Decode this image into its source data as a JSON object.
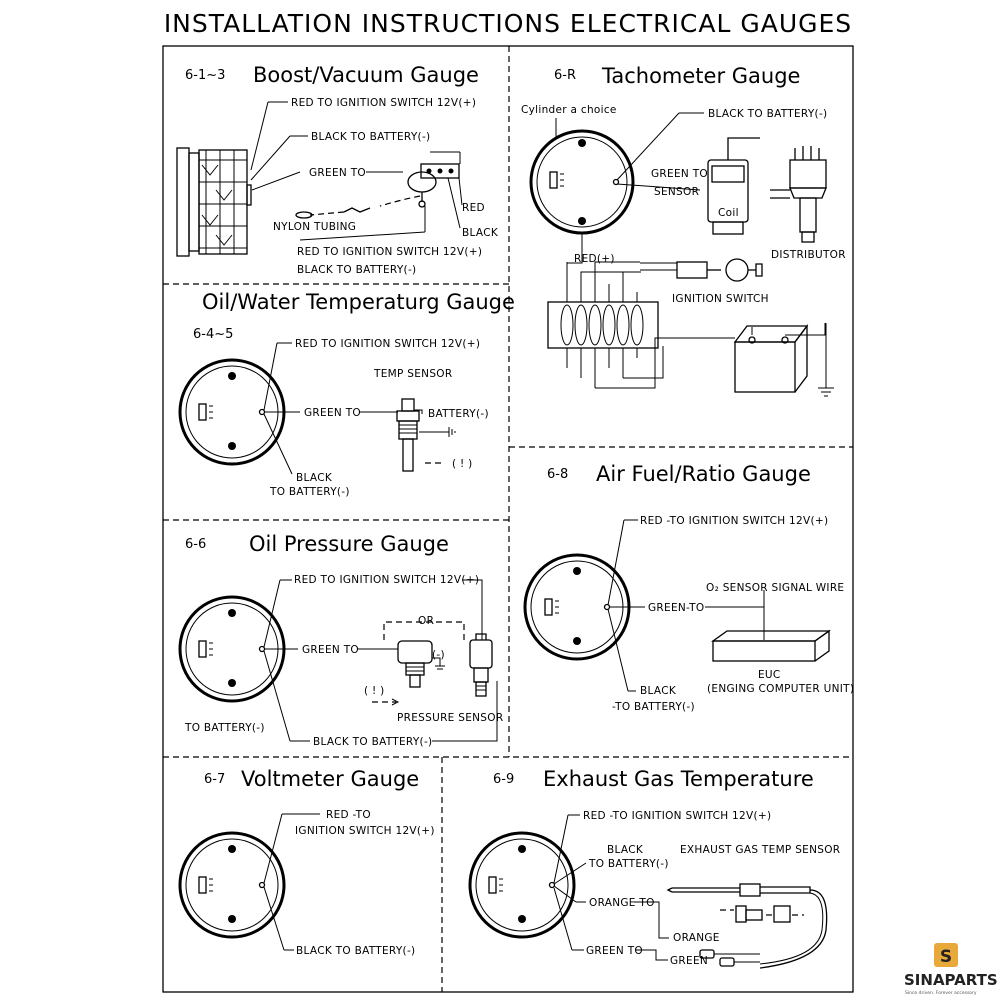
{
  "title": "INSTALLATION INSTRUCTIONS ELECTRICAL GAUGES",
  "boost": {
    "code": "6-1~3",
    "title": "Boost/Vacuum Gauge",
    "red": "RED    TO IGNITION SWITCH 12V(+)",
    "black": "BLACK    TO BATTERY(-)",
    "green": "GREEN TO",
    "red2": "RED",
    "black2": "BLACK",
    "tubing": "NYLON TUBING",
    "red3": "RED    TO IGNITION SWITCH 12V(+)",
    "black3": "BLACK    TO BATTERY(-)"
  },
  "tach": {
    "code": "6-R",
    "title": "Tachometer Gauge",
    "cyl": "Cylinder a choice",
    "black": "BLACK  TO BATTERY(-)",
    "green1": "GREEN TO",
    "green2": "SENSOR",
    "coil": "Coil",
    "distributor": "DISTRIBUTOR",
    "red": "RED(+)",
    "ign": "IGNITION SWITCH"
  },
  "temp": {
    "code": "6-4~5",
    "title": "Oil/Water Temperaturg Gauge",
    "red": "RED TO IGNITION SWITCH 12V(+)",
    "sensor": "TEMP SENSOR",
    "green": "GREEN TO",
    "battery": "BATTERY(-)",
    "warn": "( ! )",
    "black1": "BLACK",
    "black2": "TO BATTERY(-)"
  },
  "afr": {
    "code": "6-8",
    "title": "Air Fuel/Ratio Gauge",
    "red": "RED -TO IGNITION SWITCH 12V(+)",
    "o2": "O₂  SENSOR SIGNAL WIRE",
    "green": "GREEN-TO",
    "euc1": "EUC",
    "euc2": "(ENGING COMPUTER UNIT)",
    "black1": "BLACK",
    "black2": "-TO BATTERY(-)"
  },
  "oil": {
    "code": "6-6",
    "title": "Oil Pressure Gauge",
    "red": "RED TO IGNITION SWITCH 12V(+)",
    "or": "OR",
    "green": "GREEN TO",
    "minus": "(-)",
    "warn": "( ! )",
    "sensor": "PRESSURE SENSOR",
    "tobat": "TO BATTERY(-)",
    "black": "BLACK TO BATTERY(-)"
  },
  "volt": {
    "code": "6-7",
    "title": "Voltmeter Gauge",
    "red1": "RED -TO",
    "red2": "IGNITION SWITCH 12V(+)",
    "black": "BLACK  TO BATTERY(-)"
  },
  "egt": {
    "code": "6-9",
    "title": "Exhaust Gas Temperature",
    "red": "RED -TO IGNITION SWITCH 12V(+)",
    "black1": "BLACK",
    "black2": "TO BATTERY(-)",
    "sensor": "EXHAUST GAS TEMP SENSOR",
    "orange1": "ORANGE TO",
    "orange2": "ORANGE",
    "green1": "GREEN TO",
    "green2": "GREEN"
  },
  "logo": {
    "text": "SINAPARTS",
    "sub": "Since driven. Forever accessory",
    "color": "#e9a83a"
  }
}
